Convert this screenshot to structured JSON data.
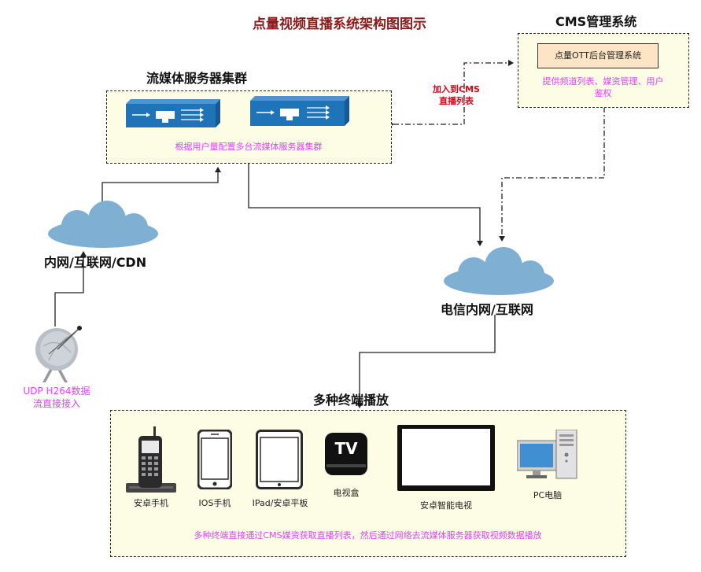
{
  "title": "点量视频直播系统架构图图示",
  "cms": {
    "heading": "CMS管理系统",
    "inner_label": "点量OTT后台管理系统",
    "desc_line1": "提供频道列表、媒资管理、用户",
    "desc_line2": "鉴权"
  },
  "stream": {
    "heading": "流媒体服务器集群",
    "desc": "根据用户量配置多台流媒体服务器集群"
  },
  "cms_link": {
    "line1": "加入到CMS",
    "line2": "直播列表"
  },
  "clouds": {
    "cdn": "内网/互联网/CDN",
    "telecom": "电信内网/互联网"
  },
  "satellite": {
    "line1": "UDP H264数据",
    "line2": "流直接接入"
  },
  "terminals": {
    "heading": "多种终端播放",
    "desc": "多种终端直接通过CMS媒资获取直播列表，然后通过网络去流媒体服务器获取视频数据播放",
    "devices": [
      {
        "label": "安卓手机",
        "icon": "phone-icon"
      },
      {
        "label": "IOS手机",
        "icon": "smartphone-icon"
      },
      {
        "label": "IPad/安卓平板",
        "icon": "tablet-icon"
      },
      {
        "label": "电视盒",
        "icon": "tv-box-icon",
        "glyph": "TV"
      },
      {
        "label": "安卓智能电视",
        "icon": "smart-tv-icon"
      },
      {
        "label": "PC电脑",
        "icon": "pc-icon"
      }
    ]
  },
  "colors": {
    "title": "#8b1a1a",
    "panel_bg": "#fdfde6",
    "cloud": "#7fb0d4",
    "server_blue": "#1f73b7",
    "accent_pink": "#e040fb",
    "accent_red": "#e3001b"
  }
}
